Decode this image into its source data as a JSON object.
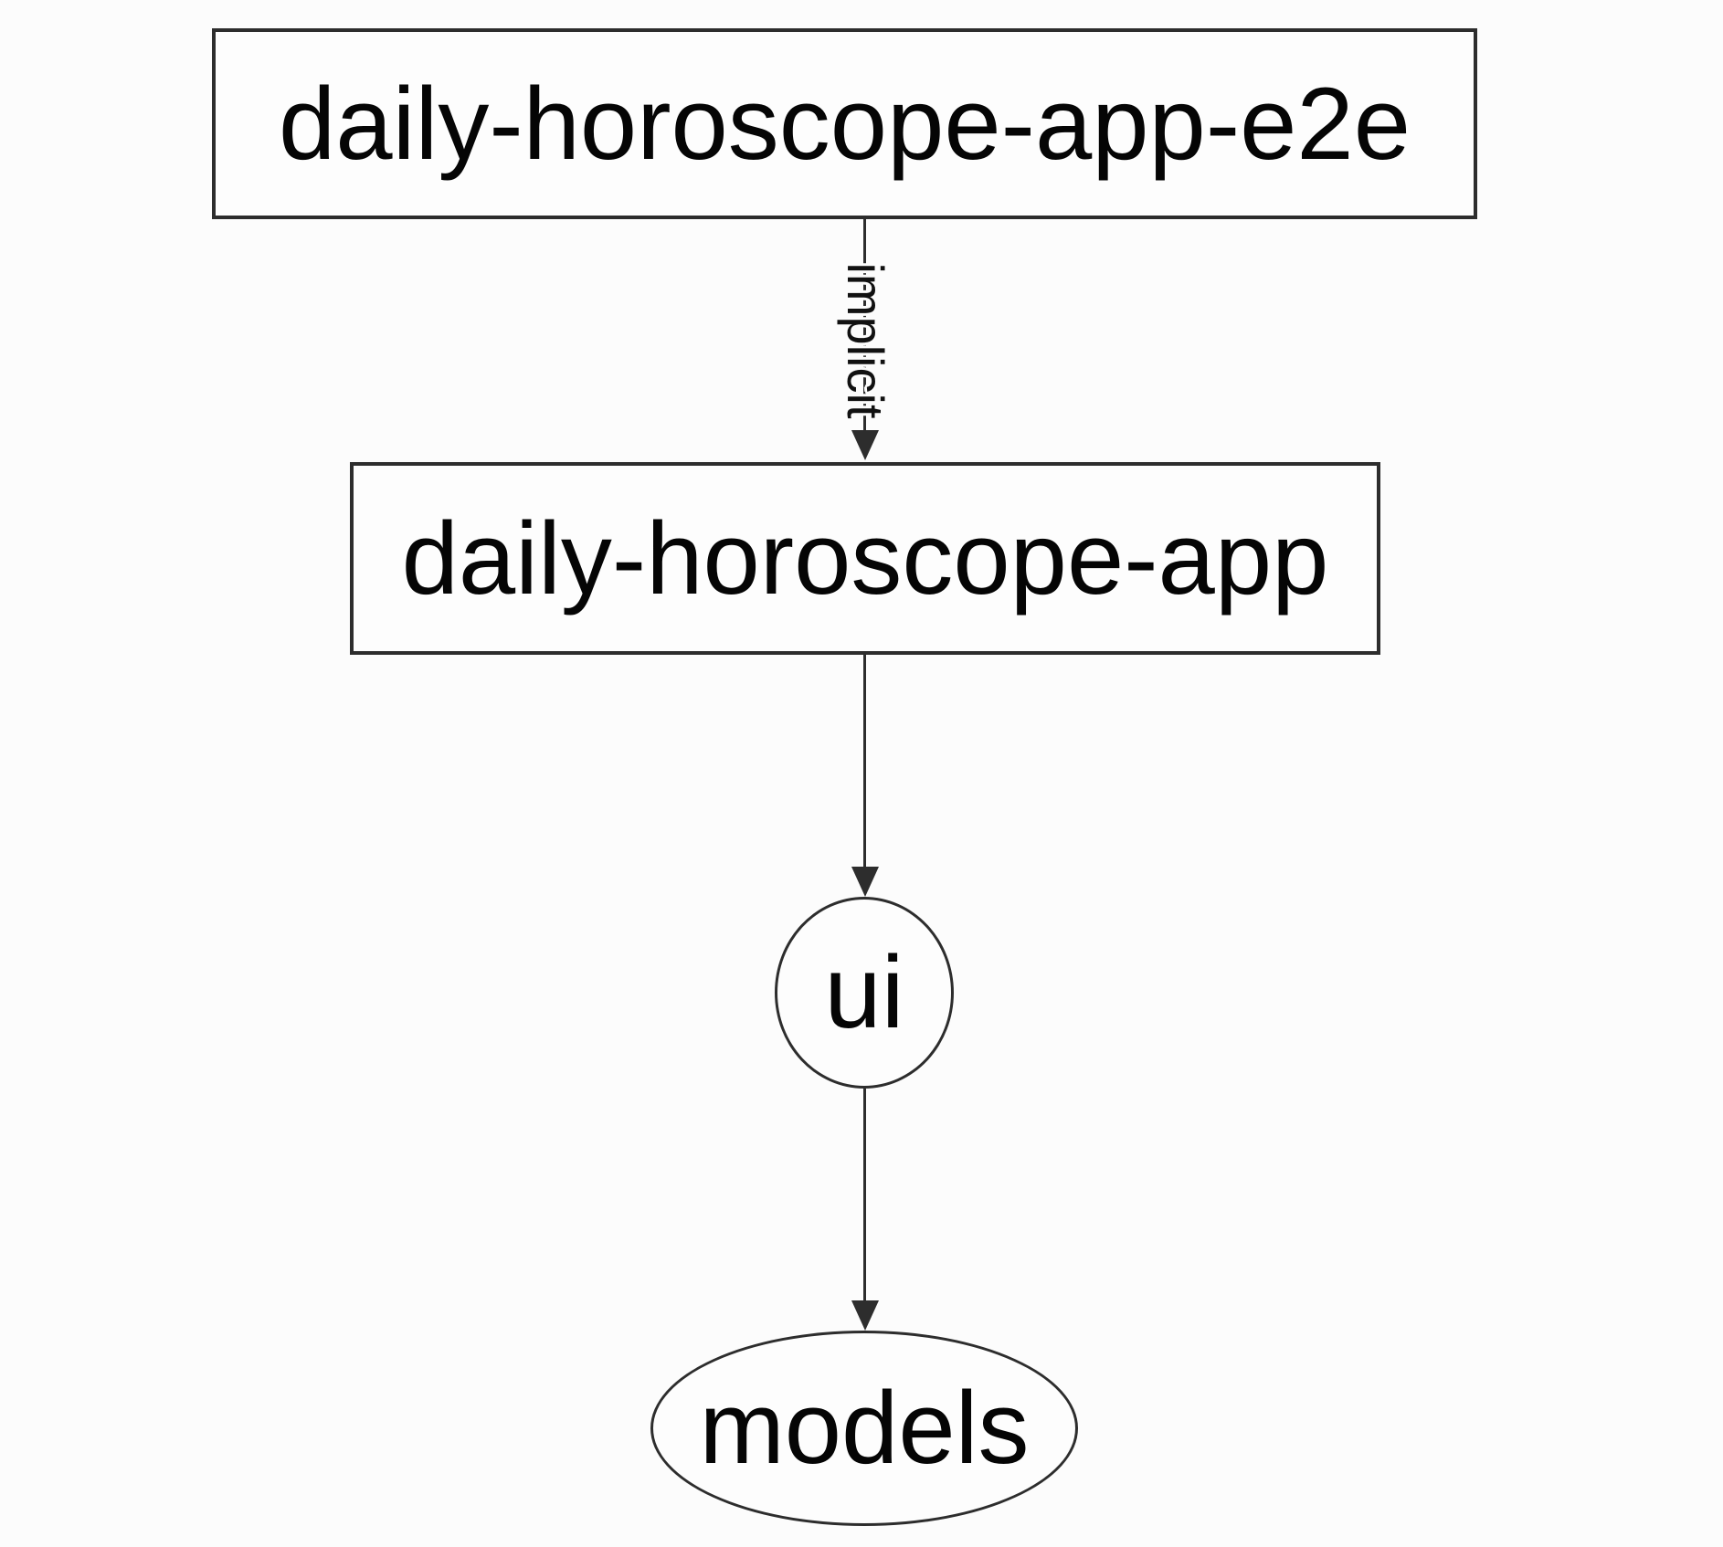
{
  "diagram": {
    "kind": "project-dependency-graph",
    "direction": "top-down",
    "colors": {
      "background": "#fcfcfc",
      "stroke": "#2d2d2d",
      "text": "#050505"
    },
    "nodes": [
      {
        "id": "daily-horoscope-app-e2e",
        "label": "daily-horoscope-app-e2e",
        "shape": "rectangle"
      },
      {
        "id": "daily-horoscope-app",
        "label": "daily-horoscope-app",
        "shape": "rectangle"
      },
      {
        "id": "ui",
        "label": "ui",
        "shape": "ellipse"
      },
      {
        "id": "models",
        "label": "models",
        "shape": "ellipse"
      }
    ],
    "edges": [
      {
        "from": "daily-horoscope-app-e2e",
        "to": "daily-horoscope-app",
        "label": "implicit",
        "style": "solid",
        "arrow": "down"
      },
      {
        "from": "daily-horoscope-app",
        "to": "ui",
        "label": "",
        "style": "solid",
        "arrow": "down"
      },
      {
        "from": "ui",
        "to": "models",
        "label": "",
        "style": "solid",
        "arrow": "down"
      }
    ]
  }
}
